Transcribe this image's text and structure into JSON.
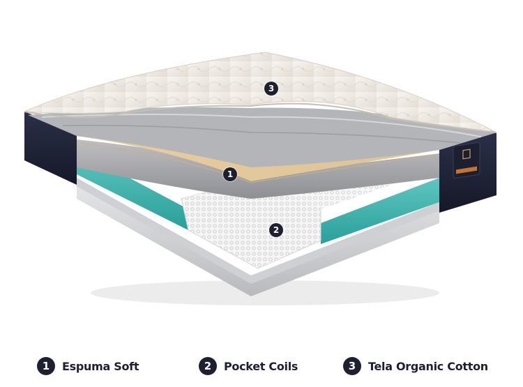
{
  "image": {
    "subject": "mattress-cutaway",
    "colors": {
      "fabric_side": "#1f2436",
      "top_quilt": "#f1ede8",
      "comfort_foam": "#e6cfa6",
      "support_foam": "#3eb2ad",
      "base_foam": "#d7d8da",
      "coils": "#f3f3f3",
      "badge": "#1e2030"
    }
  },
  "callouts": [
    {
      "number": "1"
    },
    {
      "number": "2"
    },
    {
      "number": "3"
    }
  ],
  "legend": {
    "items": [
      {
        "number": "1",
        "label": "Espuma Soft"
      },
      {
        "number": "2",
        "label": "Pocket Coils"
      },
      {
        "number": "3",
        "label": "Tela Organic Cotton"
      }
    ]
  }
}
